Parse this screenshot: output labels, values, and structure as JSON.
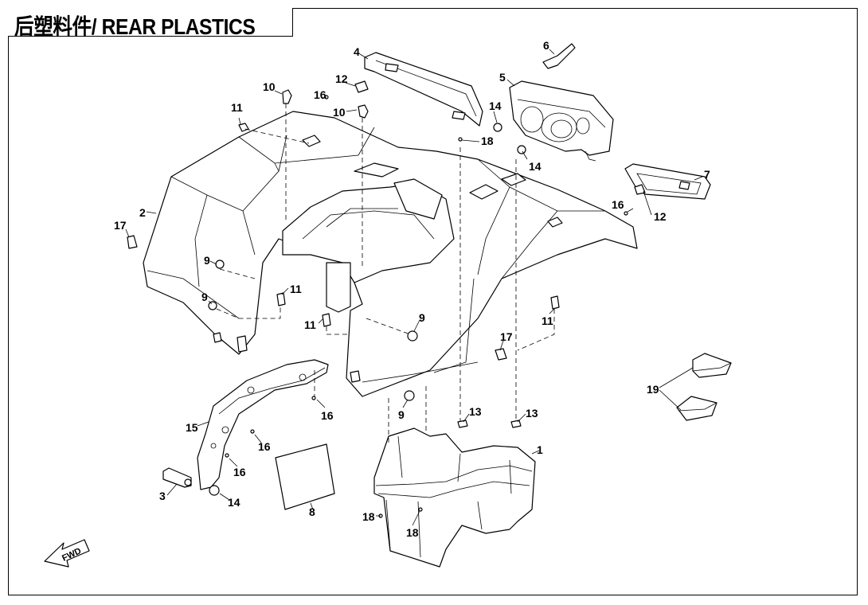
{
  "title": "后塑料件/ REAR PLASTICS",
  "forward_marker": "FWD",
  "callouts": [
    {
      "id": "c1",
      "text": "1"
    },
    {
      "id": "c2",
      "text": "2"
    },
    {
      "id": "c3",
      "text": "3"
    },
    {
      "id": "c4",
      "text": "4"
    },
    {
      "id": "c5",
      "text": "5"
    },
    {
      "id": "c6",
      "text": "6"
    },
    {
      "id": "c7",
      "text": "7"
    },
    {
      "id": "c8",
      "text": "8"
    },
    {
      "id": "c9a",
      "text": "9"
    },
    {
      "id": "c9b",
      "text": "9"
    },
    {
      "id": "c9c",
      "text": "9"
    },
    {
      "id": "c9d",
      "text": "9"
    },
    {
      "id": "c10a",
      "text": "10"
    },
    {
      "id": "c10b",
      "text": "10"
    },
    {
      "id": "c11a",
      "text": "11"
    },
    {
      "id": "c11b",
      "text": "11"
    },
    {
      "id": "c11c",
      "text": "11"
    },
    {
      "id": "c11d",
      "text": "11"
    },
    {
      "id": "c12a",
      "text": "12"
    },
    {
      "id": "c12b",
      "text": "12"
    },
    {
      "id": "c13a",
      "text": "13"
    },
    {
      "id": "c13b",
      "text": "13"
    },
    {
      "id": "c14a",
      "text": "14"
    },
    {
      "id": "c14b",
      "text": "14"
    },
    {
      "id": "c14c",
      "text": "14"
    },
    {
      "id": "c15",
      "text": "15"
    },
    {
      "id": "c16a",
      "text": "16"
    },
    {
      "id": "c16b",
      "text": "16"
    },
    {
      "id": "c16c",
      "text": "16"
    },
    {
      "id": "c16d",
      "text": "16"
    },
    {
      "id": "c16e",
      "text": "16"
    },
    {
      "id": "c17a",
      "text": "17"
    },
    {
      "id": "c17b",
      "text": "17"
    },
    {
      "id": "c18a",
      "text": "18"
    },
    {
      "id": "c18b",
      "text": "18"
    },
    {
      "id": "c18c",
      "text": "18"
    },
    {
      "id": "c19",
      "text": "19"
    }
  ]
}
